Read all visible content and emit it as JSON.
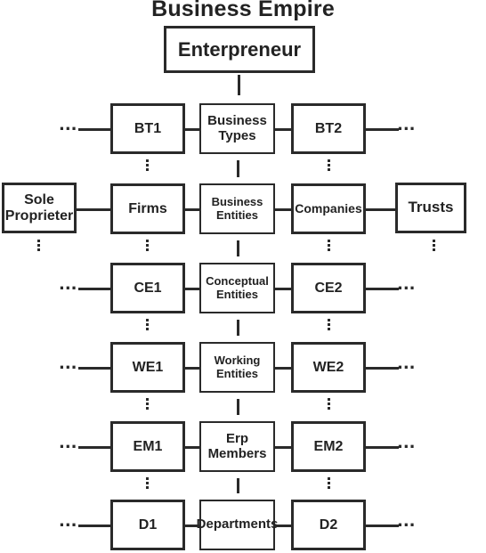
{
  "title": "Business Empire",
  "root": "Enterpreneur",
  "rows": [
    {
      "left": "BT1",
      "center": [
        "Business",
        "Types"
      ],
      "right": "BT2"
    },
    {
      "left": "Firms",
      "center": [
        "Business",
        "Entities"
      ],
      "right": "Companies",
      "far_left": [
        "Sole",
        "Proprieter"
      ],
      "far_right": "Trusts"
    },
    {
      "left": "CE1",
      "center": [
        "Conceptual",
        "Entities"
      ],
      "right": "CE2"
    },
    {
      "left": "WE1",
      "center": [
        "Working",
        "Entities"
      ],
      "right": "WE2"
    },
    {
      "left": "EM1",
      "center": [
        "Erp",
        "Members"
      ],
      "right": "EM2"
    },
    {
      "left": "D1",
      "center": [
        "Departments"
      ],
      "right": "D2"
    }
  ]
}
